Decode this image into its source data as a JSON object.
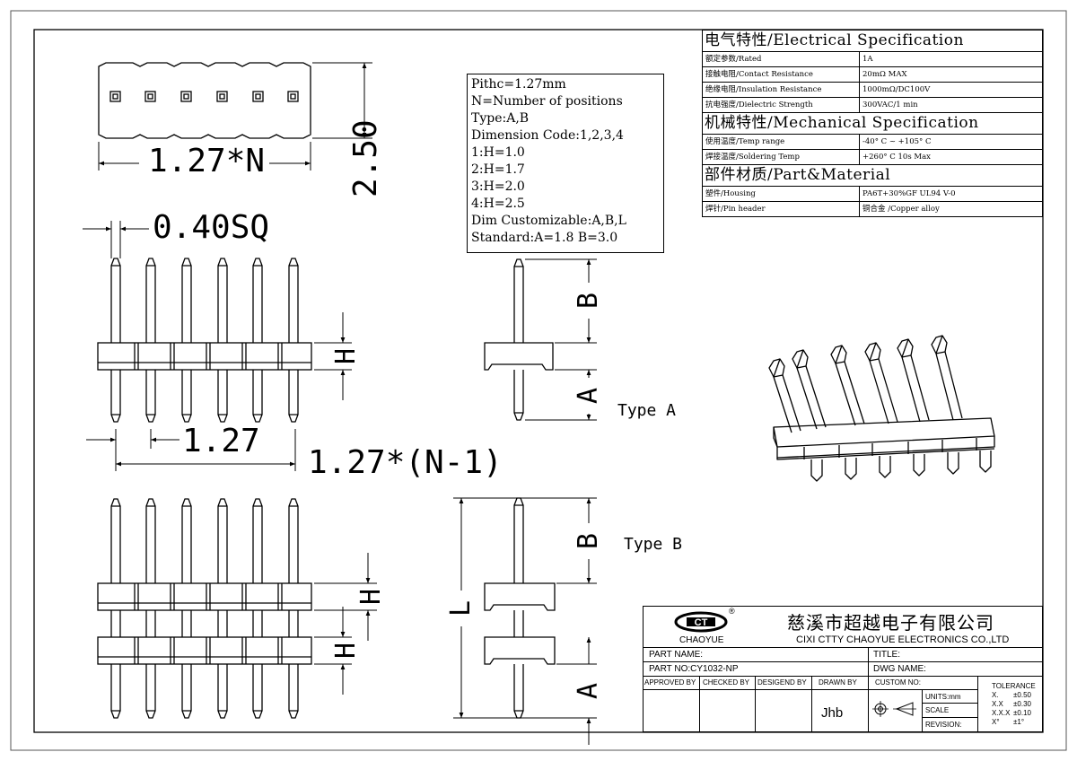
{
  "drawing": {
    "dim_top_width": "1.27*N",
    "dim_height": "2.50",
    "dim_pin_square": "0.40SQ",
    "dim_pitch": "1.27",
    "dim_span": "1.27*(N-1)",
    "dim_H": "H",
    "dim_A": "A",
    "dim_B": "B",
    "dim_L": "L",
    "type_a_label": "Type A",
    "type_b_label": "Type B"
  },
  "notes": [
    "Pithc=1.27mm",
    "N=Number of positions",
    "Type:A,B",
    "Dimension Code:1,2,3,4",
    "1:H=1.0",
    "2:H=1.7",
    "3:H=2.0",
    "4:H=2.5",
    "Dim Customizable:A,B,L",
    "Standard:A=1.8 B=3.0"
  ],
  "spec": {
    "electrical_header": "电气特性/Electrical Specification",
    "electrical_rows": [
      {
        "key": "额定参数/Rated",
        "value": "1A"
      },
      {
        "key": "接触电阻/Contact Resistance",
        "value": "20mΩ MAX"
      },
      {
        "key": "绝缘电阻/Insulation Resistance",
        "value": "1000mΩ/DC100V"
      },
      {
        "key": "抗电强度/Dielectric Strength",
        "value": "300VAC/1 min"
      }
    ],
    "mechanical_header": "机械特性/Mechanical Specification",
    "mechanical_rows": [
      {
        "key": "使用温度/Temp range",
        "value": "-40° C ~ +105° C"
      },
      {
        "key": "焊接温度/Soldering Temp",
        "value": "+260° C  10s Max"
      }
    ],
    "material_header": "部件材质/Part&Material",
    "material_rows": [
      {
        "key": "塑件/Housing",
        "value": "PA6T+30%GF  UL94  V-0"
      },
      {
        "key": "焊针/Pin header",
        "value": "铜合金 /Copper alloy"
      }
    ]
  },
  "title_block": {
    "logo_text": "CT",
    "logo_registered": "®",
    "brand": "CHAOYUE",
    "company_cn": "慈溪市超越电子有限公司",
    "company_en": "CIXI CTTY CHAOYUE ELECTRONICS CO.,LTD",
    "part_name_label": "PART NAME:",
    "title_label": "TITLE:",
    "part_no_label": "PART NO:CY1032-NP",
    "dwg_name_label": "DWG NAME:",
    "approved_by": "APPROVED BY",
    "checked_by": "CHECKED BY",
    "designed_by": "DESIGEND BY",
    "drawn_by": "DRAWN BY",
    "drawn_by_name": "Jhb",
    "custom_no": "CUSTOM NO:",
    "units": "UNITS:mm",
    "scale": "SCALE",
    "revision": "REVISION:",
    "tolerance_title": "TOLERANCE",
    "tolerance_rows": [
      {
        "k": "X.",
        "v": "±0.50"
      },
      {
        "k": "X.X",
        "v": "±0.30"
      },
      {
        "k": "X.X.X",
        "v": "±0.10"
      },
      {
        "k": "X°",
        "v": "±1°"
      }
    ]
  }
}
